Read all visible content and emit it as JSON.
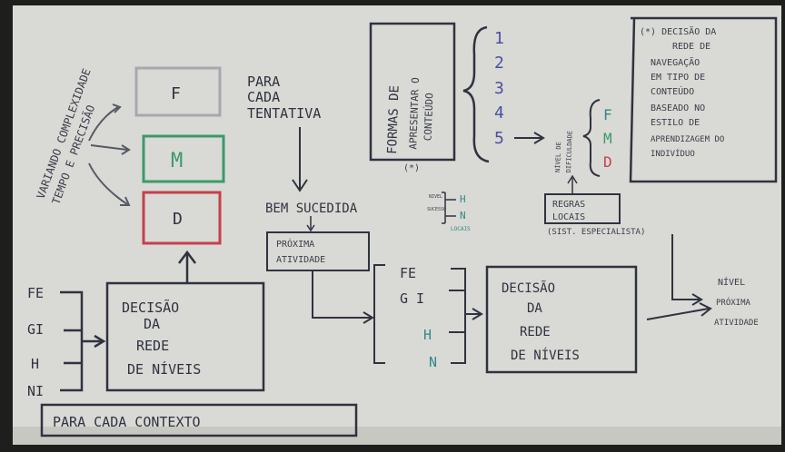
{
  "colors": {
    "board": "#dcdcd8",
    "frame": "#1e1e1c",
    "marker": "#2f3340",
    "green": "#3a9a6a",
    "red": "#c4404c",
    "teal": "#2f8a8a"
  },
  "left_rotated": {
    "line1": "VARIANDO COMPLEXIDADE",
    "line2": "TEMPO E PRECISÃO"
  },
  "level_boxes": [
    "F",
    "M",
    "D"
  ],
  "para_cada_tentativa": [
    "PARA",
    "CADA",
    "TENTATIVA"
  ],
  "bem_sucedida": "BEM SUCEDIDA",
  "bem_sucedida_side": {
    "small1": "NIVEL",
    "small2": "SUCESSO",
    "h": "H",
    "n": "N",
    "locais": "LOCAIS"
  },
  "proxima_atividade": [
    "PRÓXIMA",
    "ATIVIDADE"
  ],
  "formas_box": {
    "line1": "FORMAS DE",
    "line2": "APRESENTAR O",
    "line3": "CONTEÚDO",
    "star": "(*)"
  },
  "formas_numbers": [
    "1",
    "2",
    "3",
    "4",
    "5"
  ],
  "nivel_rotated": [
    "NÍVEL DE",
    "DIFICULDADE"
  ],
  "fmd_letters": [
    "F",
    "M",
    "D"
  ],
  "regras_box": [
    "REGRAS",
    "LOCAIS"
  ],
  "sistema_especialista": "(SIST. ESPECIALISTA)",
  "right_note": [
    "(*) DECISÃO DA",
    "REDE DE",
    "NAVEGAÇÃO",
    "EM TIPO DE",
    "CONTEÚDO",
    "BASEADO NO",
    "ESTILO DE",
    "APRENDIZAGEM DO",
    "INDIVÍDUO"
  ],
  "left_inputs": [
    "FE",
    "GI",
    "H",
    "NI"
  ],
  "decisao_left": [
    "DECISÃO",
    "DA",
    "REDE",
    "DE NÍVEIS"
  ],
  "mid_inputs": [
    "FE",
    "G I",
    "H",
    "N"
  ],
  "decisao_mid": [
    "DECISÃO",
    "DA",
    "REDE",
    "DE NÍVEIS"
  ],
  "nivel_proxima": [
    "NÍVEL",
    "PRÓXIMA",
    "ATIVIDADE"
  ],
  "para_cada_contexto": "PARA CADA CONTEXTO"
}
